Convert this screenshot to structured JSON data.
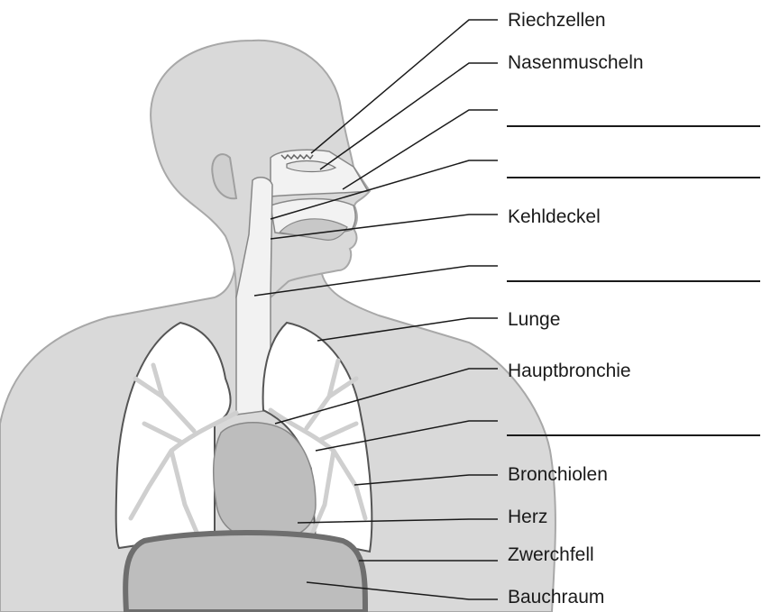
{
  "colors": {
    "body": "#d9d9d9",
    "body_outline": "#a8a8a8",
    "airway": "#f2f2f2",
    "lung": "#ffffff",
    "organ": "#bdbdbd",
    "diaphragm": "#6e6e6e",
    "line": "#1a1a1a"
  },
  "labels": [
    {
      "id": "riechzellen",
      "text": "Riechzellen"
    },
    {
      "id": "nasenmuscheln",
      "text": "Nasenmuscheln"
    },
    {
      "id": "blank1",
      "text": ""
    },
    {
      "id": "blank2",
      "text": ""
    },
    {
      "id": "kehldeckel",
      "text": "Kehldeckel"
    },
    {
      "id": "blank3",
      "text": ""
    },
    {
      "id": "lunge",
      "text": "Lunge"
    },
    {
      "id": "hauptbronchie",
      "text": "Hauptbronchie"
    },
    {
      "id": "blank4",
      "text": ""
    },
    {
      "id": "bronchiolen",
      "text": "Bronchiolen"
    },
    {
      "id": "herz",
      "text": "Herz"
    },
    {
      "id": "zwerchfell",
      "text": "Zwerchfell"
    },
    {
      "id": "bauchraum",
      "text": "Bauchraum"
    }
  ]
}
